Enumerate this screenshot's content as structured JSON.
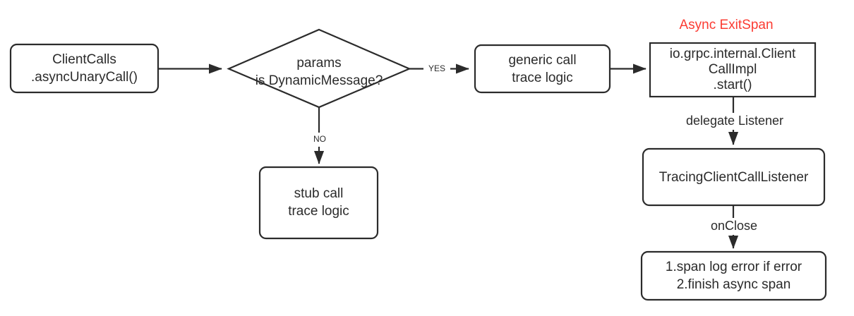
{
  "diagram": {
    "title": "gRPC async unary call tracing flow",
    "background": "#ffffff",
    "stroke_color": "#2b2b2b",
    "accent_color": "#fb3b32",
    "annotations": [
      {
        "id": "async-exit-span",
        "text": "Async ExitSpan",
        "color": "#fb3b32"
      }
    ],
    "nodes": [
      {
        "id": "client-calls",
        "shape": "rounded-rect",
        "lines": [
          "ClientCalls",
          ".asyncUnaryCall()"
        ]
      },
      {
        "id": "params-decision",
        "shape": "diamond",
        "lines": [
          "params",
          "is DynamicMessage?"
        ]
      },
      {
        "id": "generic-call-trace-logic",
        "shape": "rounded-rect",
        "lines": [
          "generic call",
          "trace logic"
        ]
      },
      {
        "id": "stub-call-trace-logic",
        "shape": "rounded-rect",
        "lines": [
          "stub call",
          "trace logic"
        ]
      },
      {
        "id": "client-call-impl-start",
        "shape": "rect",
        "lines": [
          "io.grpc.internal.Client",
          "CallImpl",
          ".start()"
        ]
      },
      {
        "id": "tracing-client-call-listener",
        "shape": "rounded-rect",
        "lines": [
          "TracingClientCallListener"
        ]
      },
      {
        "id": "span-finish",
        "shape": "rounded-rect",
        "lines": [
          "1.span log error if error",
          "2.finish async span"
        ]
      }
    ],
    "edges": [
      {
        "id": "edge-clientcalls-to-decision",
        "label": ""
      },
      {
        "id": "edge-decision-yes",
        "label": "YES"
      },
      {
        "id": "edge-decision-no",
        "label": "NO"
      },
      {
        "id": "edge-generic-to-callimpl",
        "label": ""
      },
      {
        "id": "edge-callimpl-to-listener",
        "label": "delegate Listener"
      },
      {
        "id": "edge-listener-to-span",
        "label": "onClose"
      }
    ]
  }
}
